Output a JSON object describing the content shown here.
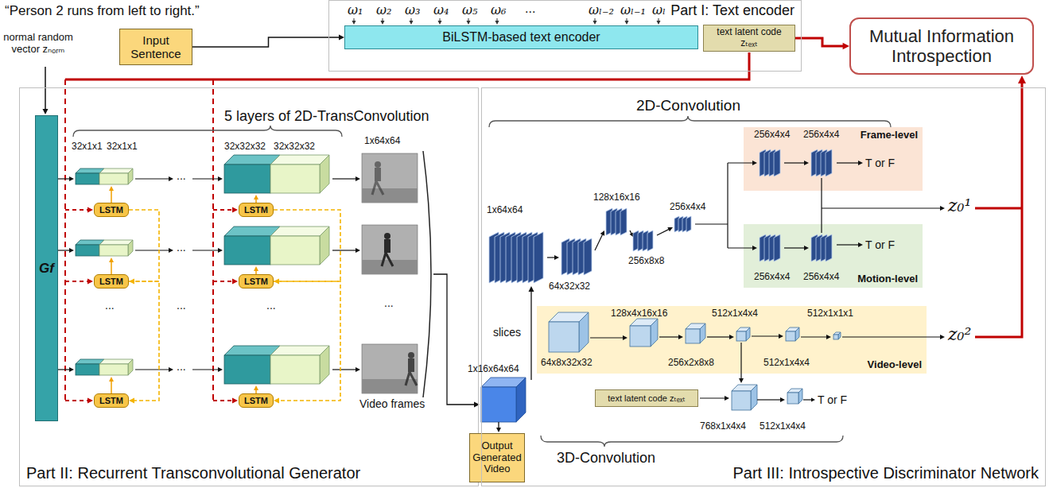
{
  "diagram": {
    "nodes": [
      {
        "text": [
          "Part I: Text encoder"
        ]
      },
      {
        "text": [
          "Input Sentence"
        ]
      },
      {
        "text": [
          "BiLSTM-based text encoder"
        ],
        "in": 0
      },
      {
        "text": [
          "text latent code zₜₑₓₜ"
        ],
        "in": 0
      },
      {
        "text": [
          "Mutual Information Introspection"
        ]
      },
      {
        "text": [
          "Part II: Recurrent Transconvolutional Generator"
        ]
      },
      {
        "text": [
          "Gf"
        ],
        "in": 5
      },
      {
        "text": [
          "LSTM"
        ],
        "in": 5
      },
      {
        "text": [
          "LSTM"
        ],
        "in": 5
      },
      {
        "text": [
          "LSTM"
        ],
        "in": 5
      },
      {
        "text": [
          "LSTM"
        ],
        "in": 5
      },
      {
        "text": [
          "LSTM"
        ],
        "in": 5
      },
      {
        "text": [
          "LSTM"
        ],
        "in": 5
      },
      {
        "text": [
          "Output Generated Video"
        ]
      },
      {
        "text": [
          "Part III: Introspective Discriminator Network"
        ]
      },
      {
        "text": [
          "Frame-level"
        ],
        "in": 14
      },
      {
        "text": [
          "Motion-level"
        ],
        "in": 14
      },
      {
        "text": [
          "Video-level"
        ],
        "in": 14
      },
      {
        "text": [
          "text latent code zₜₑₓₜ"
        ],
        "in": 14
      }
    ],
    "edges": [
      {
        "from": 1,
        "to": 2,
        "arrow": "to"
      },
      {
        "from": 3,
        "to": 4,
        "arrow": "to"
      },
      {
        "from": 7,
        "to": 9,
        "arrow": "to"
      },
      {
        "from": 9,
        "to": 11,
        "arrow": "to"
      },
      {
        "from": 8,
        "to": 10,
        "arrow": "to"
      },
      {
        "from": 10,
        "to": 12,
        "arrow": "to"
      }
    ],
    "labels": [
      "“Person 2 runs from left to right.”",
      "normal random vector zₙₒᵣₘ",
      "ω₁",
      "ω₂",
      "ω₃",
      "ω₄",
      "ω₅",
      "ω₆",
      "...",
      "ωₗ₋₂",
      "ωₗ₋₁",
      "ωₗ",
      "5 layers of 2D-TransConvolution",
      "32x1x1",
      "32x1x1",
      "32x32x32",
      "32x32x32",
      "1x64x64",
      "...",
      "...",
      "...",
      "...",
      "...",
      "...",
      "...",
      "Video frames",
      "1x16x64x64",
      "slices",
      "2D-Convolution",
      "1x64x64",
      "64x32x32",
      "128x16x16",
      "256x8x8",
      "256x4x4",
      "256x4x4",
      "256x4x4",
      "T or F",
      "256x4x4",
      "256x4x4",
      "T or F",
      "z₀¹",
      "64x8x32x32",
      "128x4x16x16",
      "256x2x8x8",
      "512x1x4x4",
      "512x1x4x4",
      "512x1x1x1",
      "z₀²",
      "768x1x4x4",
      "512x1x4x4",
      "T or F",
      "3D-Convolution"
    ]
  }
}
